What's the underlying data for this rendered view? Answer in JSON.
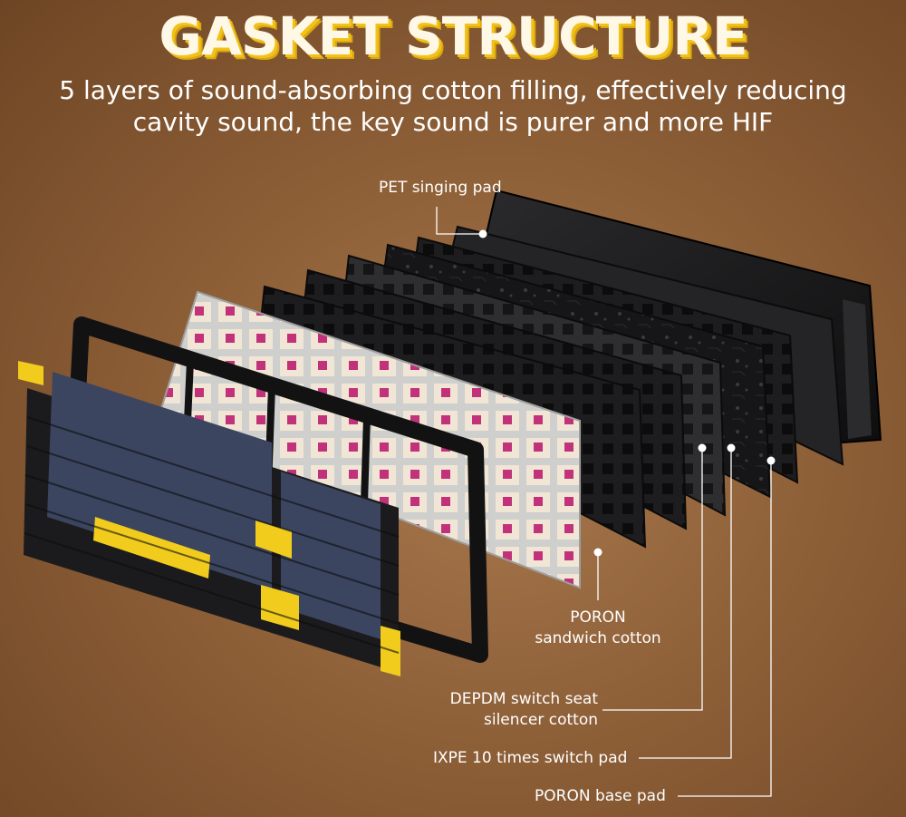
{
  "header": {
    "title": "GASKET STRUCTURE",
    "subtitle": "5 layers of sound-absorbing cotton filling, effectively reducing cavity sound, the key sound is purer and more HIF"
  },
  "callouts": {
    "pet_pad": "PET singing pad",
    "poron_sandwich_line1": "PORON",
    "poron_sandwich_line2": "sandwich cotton",
    "depdm_line1": "DEPDM switch seat",
    "depdm_line2": "silencer cotton",
    "ixpe": "IXPE 10 times switch pad",
    "poron_base": "PORON base pad"
  },
  "colors": {
    "background": "#8e6038",
    "title_shadow": "#f2c21a",
    "keycap_navy": "#3b4560",
    "keycap_black": "#1b1b1d",
    "keycap_yellow": "#f2cc1c",
    "switch_cream": "#f1e6d6",
    "switch_pink": "#c2327a",
    "plate_white": "#d8d8d6",
    "layer_dark": "#1a1a1c"
  }
}
